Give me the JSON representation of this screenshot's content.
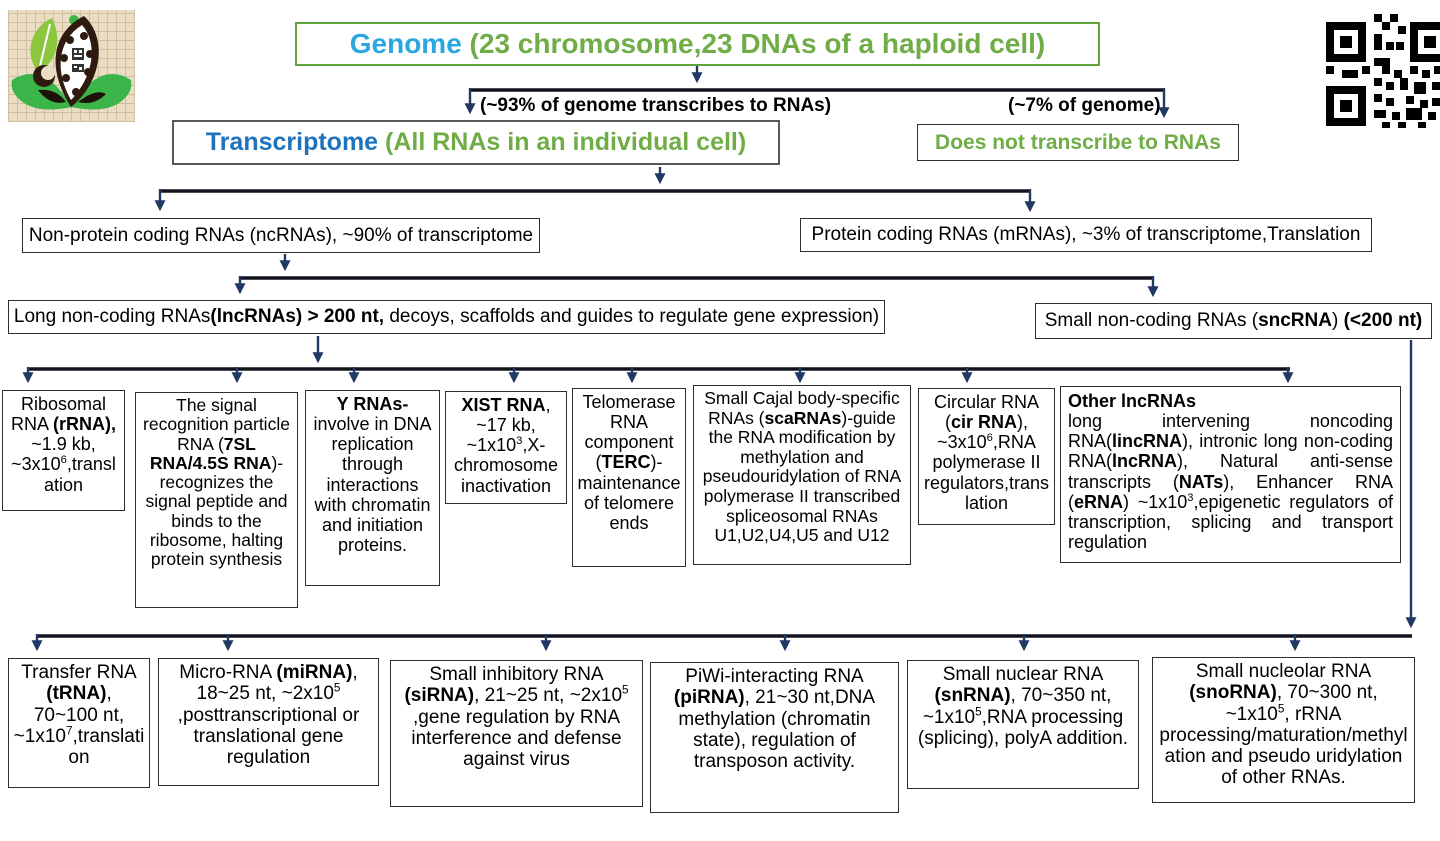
{
  "colors": {
    "genome_blue": "#2BA7E0",
    "transcriptome_blue": "#1F72BC",
    "green": "#70AD47",
    "arrow_navy": "#1F3864",
    "line_black": "#13131f",
    "title_border_green": "#5EA33C"
  },
  "header": {
    "title_segments": [
      {
        "t": "Genome ",
        "b": true,
        "c": "#2BA7E0"
      },
      {
        "t": "(23 chromosome,23 DNAs of a haploid cell)",
        "b": true,
        "c": "#70AD47"
      }
    ]
  },
  "branches": {
    "pct93_label": "(~93% of genome transcribes to RNAs)",
    "pct7_label": "(~7% of genome)"
  },
  "transcriptome": {
    "segments": [
      {
        "t": "Transcriptome ",
        "b": true,
        "c": "#1F72BC"
      },
      {
        "t": "(All RNAs in an individual cell)",
        "b": true,
        "c": "#70AD47"
      }
    ]
  },
  "does_not_transcribe": {
    "segments": [
      {
        "t": "Does not transcribe to RNAs",
        "b": true,
        "c": "#70AD47"
      }
    ]
  },
  "ncrna": {
    "text": "Non-protein coding RNAs (ncRNAs), ~90% of transcriptome"
  },
  "mrna": {
    "text": "Protein coding RNAs (mRNAs), ~3% of transcriptome,Translation"
  },
  "lncrna": {
    "segments": [
      {
        "t": "Long non-coding RNAs"
      },
      {
        "t": "(lncRNAs) > 200 nt,",
        "b": true
      },
      {
        "t": " decoys, scaffolds and guides to regulate gene expression)"
      }
    ]
  },
  "sncrna": {
    "segments": [
      {
        "t": "Small non-coding RNAs ("
      },
      {
        "t": "sncRNA",
        "b": true
      },
      {
        "t": ") "
      },
      {
        "t": "(<200 nt)",
        "b": true
      }
    ]
  },
  "lnc_types": [
    {
      "name": "rRNA",
      "segments": [
        {
          "t": "Ribosomal RNA "
        },
        {
          "t": "(rRNA),",
          "b": true
        },
        {
          "t": " ~1.9 kb, ~3x10"
        },
        {
          "t": "6",
          "sup": true
        },
        {
          "t": ",translation"
        }
      ]
    },
    {
      "name": "7SL RNA",
      "segments": [
        {
          "t": "The signal recognition particle RNA ("
        },
        {
          "t": "7SL RNA/4.5S RNA",
          "b": true
        },
        {
          "t": ")- recognizes the signal peptide and binds to the ribosome, halting protein synthesis"
        }
      ]
    },
    {
      "name": "Y RNA",
      "segments": [
        {
          "t": "Y RNAs-",
          "b": true
        },
        {
          "t": " involve in DNA replication through interactions with chromatin and initiation proteins."
        }
      ]
    },
    {
      "name": "XIST RNA",
      "segments": [
        {
          "t": "XIST RNA",
          "b": true
        },
        {
          "t": ", ~17 kb, ~1x10"
        },
        {
          "t": "3",
          "sup": true
        },
        {
          "t": ",X-chromosome inactivation"
        }
      ]
    },
    {
      "name": "TERC",
      "segments": [
        {
          "t": "Telomerase RNA component ("
        },
        {
          "t": "TERC",
          "b": true
        },
        {
          "t": ")- maintenance of telomere ends"
        }
      ]
    },
    {
      "name": "scaRNA",
      "segments": [
        {
          "t": "Small Cajal body-specific RNAs ("
        },
        {
          "t": "scaRNAs",
          "b": true
        },
        {
          "t": ")-guide the RNA  modification by methylation  and pseudouridylation of RNA polymerase II transcribed spliceosomal RNAs U1,U2,U4,U5 and U12"
        }
      ]
    },
    {
      "name": "cir RNA",
      "segments": [
        {
          "t": "Circular RNA ("
        },
        {
          "t": "cir RNA",
          "b": true
        },
        {
          "t": "), ~3x10"
        },
        {
          "t": "6",
          "sup": true
        },
        {
          "t": ",RNA polymerase II regulators,translation"
        }
      ]
    },
    {
      "name": "Other lncRNAs",
      "segments": [
        {
          "t": "Other lncRNAs",
          "b": true
        },
        {
          "br": true
        },
        {
          "t": "long intervening noncoding RNA("
        },
        {
          "t": "lincRNA",
          "b": true
        },
        {
          "t": "), intronic long non-coding RNA("
        },
        {
          "t": "lncRNA",
          "b": true
        },
        {
          "t": "), Natural anti-sense transcripts ("
        },
        {
          "t": "NATs",
          "b": true
        },
        {
          "t": "), Enhancer RNA ("
        },
        {
          "t": "eRNA",
          "b": true
        },
        {
          "t": ") ~1x10"
        },
        {
          "t": "3",
          "sup": true
        },
        {
          "t": ",epigenetic regulators of transcription, splicing and transport regulation"
        }
      ]
    }
  ],
  "snc_types": [
    {
      "name": "tRNA",
      "segments": [
        {
          "t": "Transfer RNA "
        },
        {
          "t": "(tRNA)",
          "b": true
        },
        {
          "t": ", 70~100 nt, ~1x10"
        },
        {
          "t": "7",
          "sup": true
        },
        {
          "t": ",translation"
        }
      ]
    },
    {
      "name": "miRNA",
      "segments": [
        {
          "t": "Micro-RNA "
        },
        {
          "t": "(miRNA)",
          "b": true
        },
        {
          "t": ", 18~25 nt, ~2x10"
        },
        {
          "t": "5",
          "sup": true
        },
        {
          "t": " ,posttranscriptional or translational gene regulation"
        }
      ]
    },
    {
      "name": "siRNA",
      "segments": [
        {
          "t": "Small inhibitory RNA "
        },
        {
          "t": "(siRNA)",
          "b": true
        },
        {
          "t": ", 21~25 nt, ~2x10"
        },
        {
          "t": "5",
          "sup": true
        },
        {
          "t": " ,gene regulation by  RNA interference and defense against virus"
        }
      ]
    },
    {
      "name": "piRNA",
      "segments": [
        {
          "t": "PiWi-interacting RNA "
        },
        {
          "t": "(piRNA)",
          "b": true
        },
        {
          "t": ", 21~30 nt,DNA methylation (chromatin state), regulation of transposon activity."
        }
      ]
    },
    {
      "name": "snRNA",
      "segments": [
        {
          "t": "Small nuclear RNA "
        },
        {
          "t": "(snRNA)",
          "b": true
        },
        {
          "t": ", 70~350 nt, ~1x10"
        },
        {
          "t": "5",
          "sup": true
        },
        {
          "t": ",RNA processing (splicing), polyA addition."
        }
      ]
    },
    {
      "name": "snoRNA",
      "segments": [
        {
          "t": "Small nucleolar RNA "
        },
        {
          "t": "(snoRNA)",
          "b": true
        },
        {
          "t": ", 70~300 nt, ~1x10"
        },
        {
          "t": "5",
          "sup": true
        },
        {
          "t": ", rRNA processing/maturation/methylation and pseudo uridylation of other RNAs."
        }
      ]
    }
  ]
}
